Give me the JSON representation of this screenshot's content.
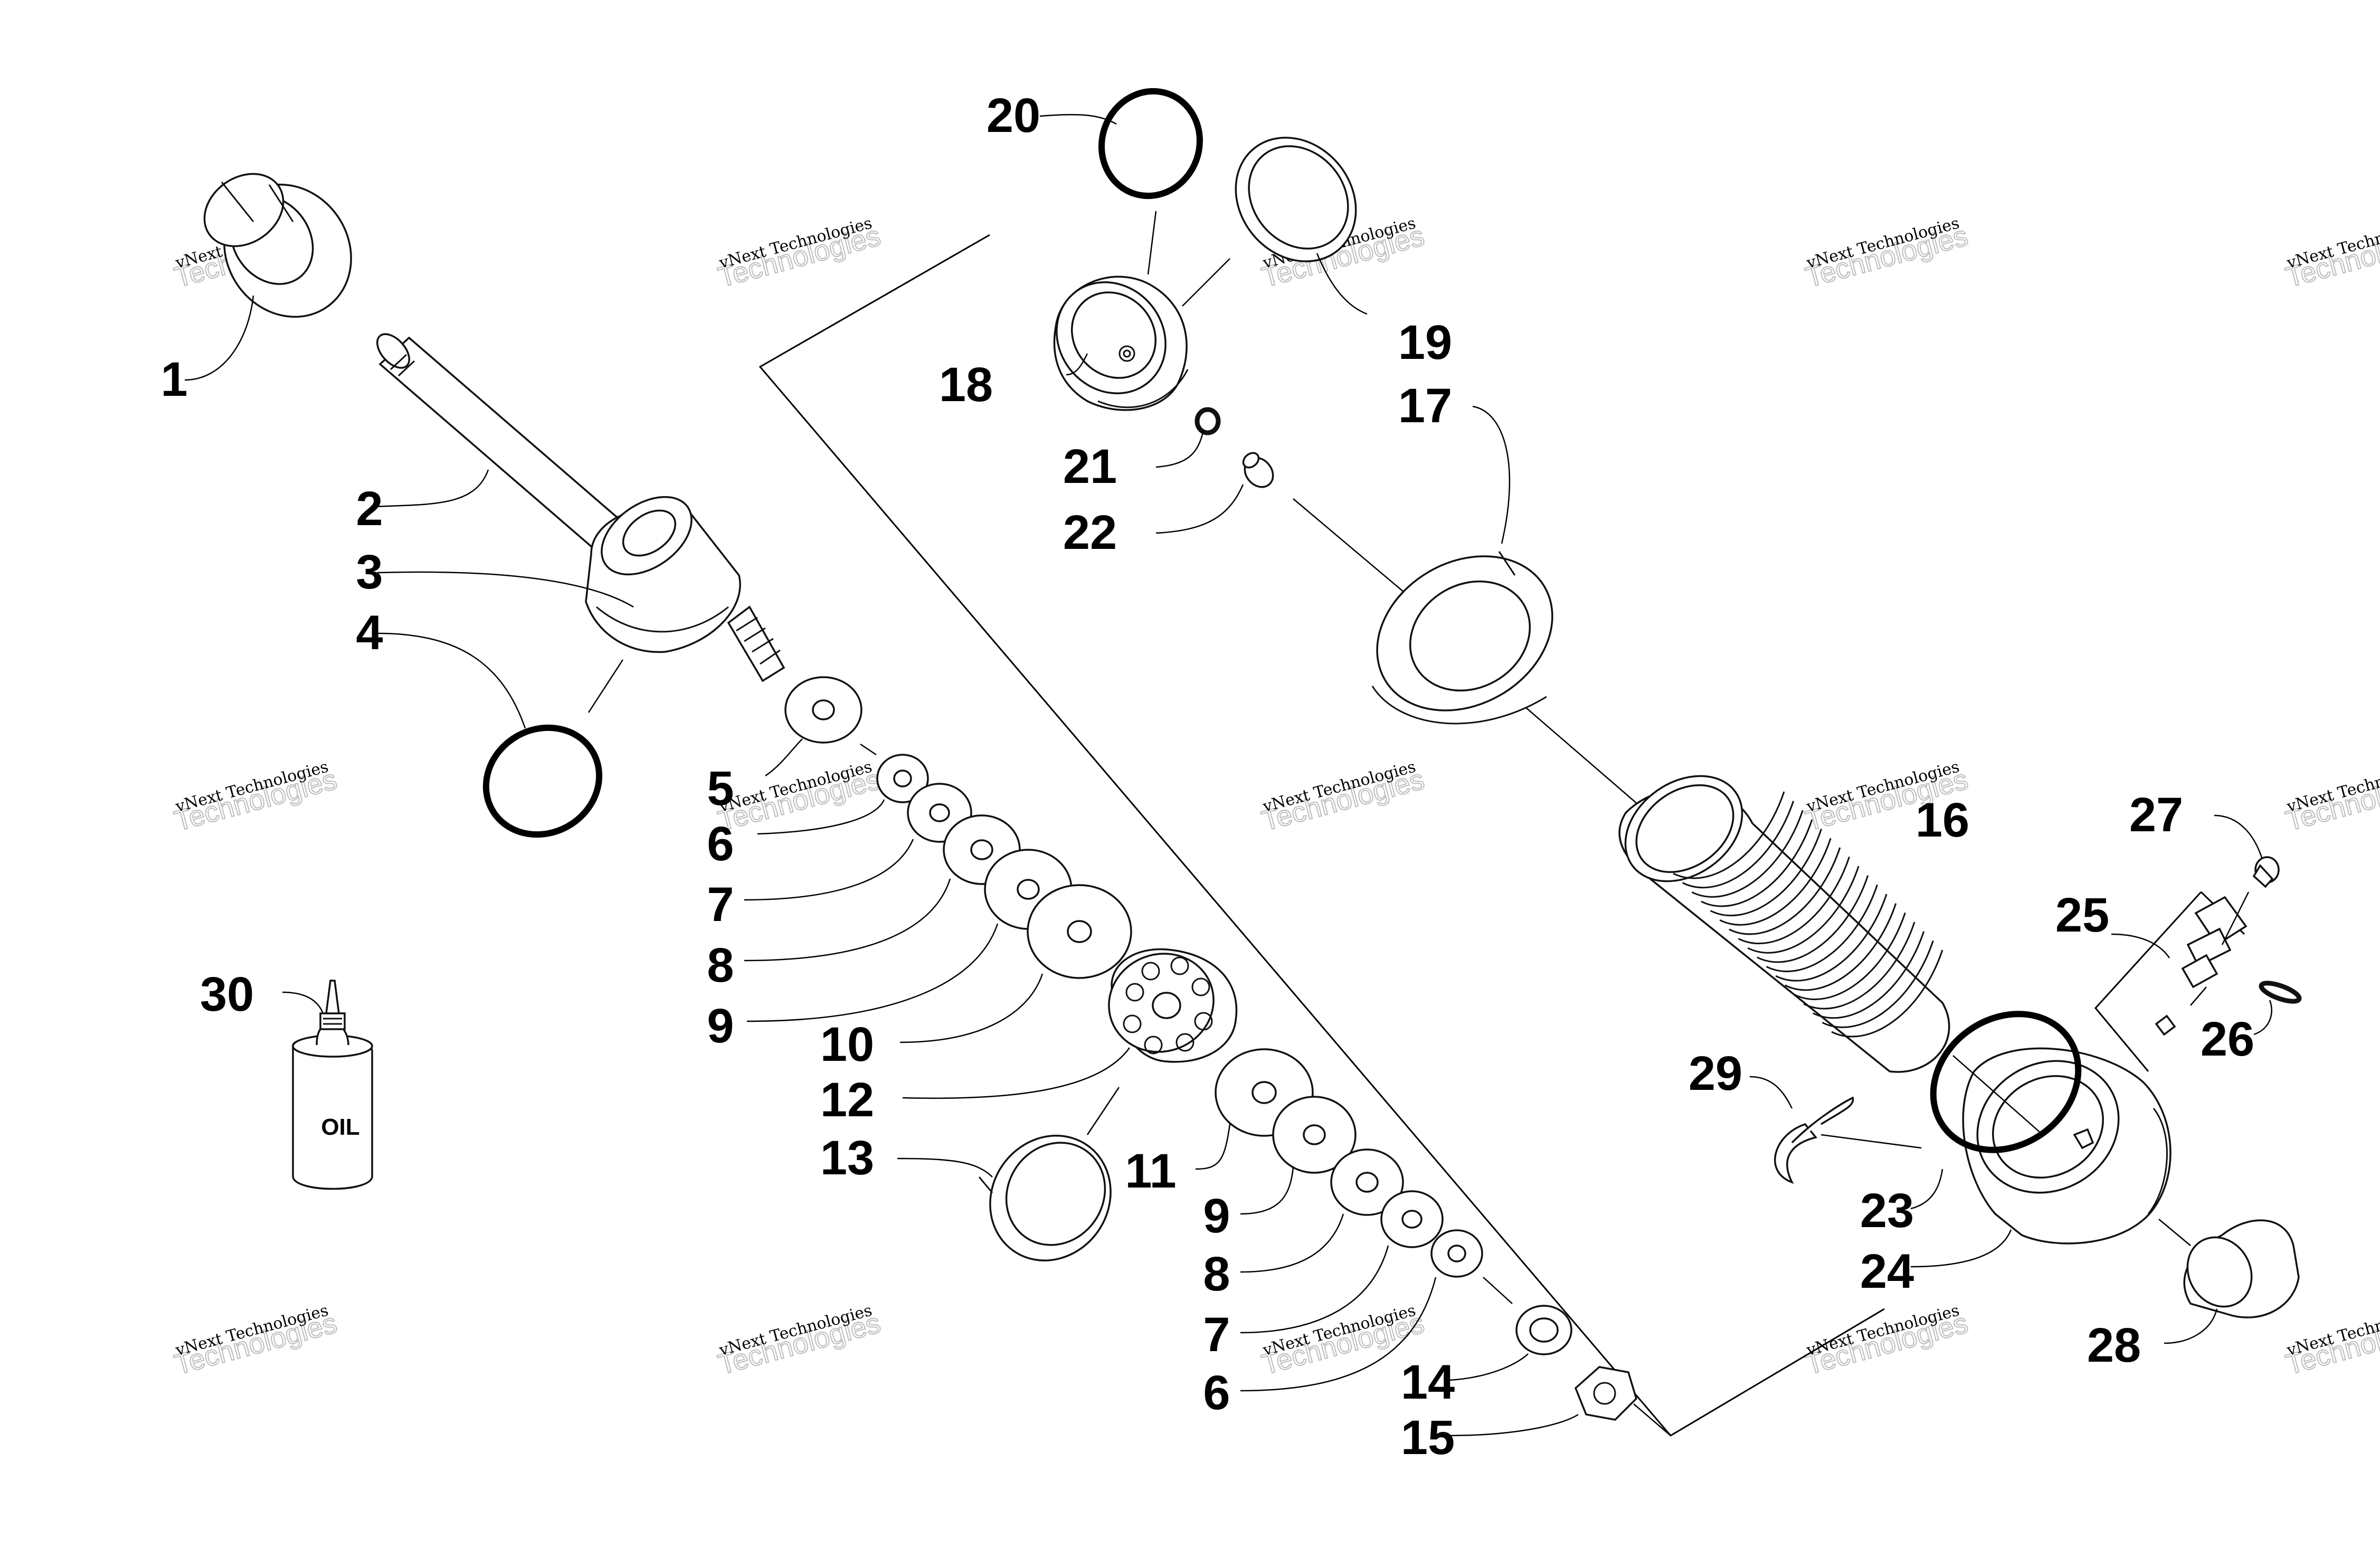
{
  "diagram": {
    "oil_label": "OIL",
    "watermark": {
      "line1": "vNext Technologies",
      "line2": "Technologies",
      "color": "#bdbdbd"
    },
    "callouts": [
      {
        "id": "c1",
        "text": "1"
      },
      {
        "id": "c2",
        "text": "2"
      },
      {
        "id": "c3",
        "text": "3"
      },
      {
        "id": "c4",
        "text": "4"
      },
      {
        "id": "c5",
        "text": "5"
      },
      {
        "id": "c6a",
        "text": "6"
      },
      {
        "id": "c7a",
        "text": "7"
      },
      {
        "id": "c8a",
        "text": "8"
      },
      {
        "id": "c9a",
        "text": "9"
      },
      {
        "id": "c10",
        "text": "10"
      },
      {
        "id": "c12",
        "text": "12"
      },
      {
        "id": "c13",
        "text": "13"
      },
      {
        "id": "c11",
        "text": "11"
      },
      {
        "id": "c9b",
        "text": "9"
      },
      {
        "id": "c8b",
        "text": "8"
      },
      {
        "id": "c7b",
        "text": "7"
      },
      {
        "id": "c6b",
        "text": "6"
      },
      {
        "id": "c14",
        "text": "14"
      },
      {
        "id": "c15",
        "text": "15"
      },
      {
        "id": "c20",
        "text": "20"
      },
      {
        "id": "c18",
        "text": "18"
      },
      {
        "id": "c19",
        "text": "19"
      },
      {
        "id": "c17",
        "text": "17"
      },
      {
        "id": "c21",
        "text": "21"
      },
      {
        "id": "c22",
        "text": "22"
      },
      {
        "id": "c16",
        "text": "16"
      },
      {
        "id": "c27",
        "text": "27"
      },
      {
        "id": "c25",
        "text": "25"
      },
      {
        "id": "c26",
        "text": "26"
      },
      {
        "id": "c29",
        "text": "29"
      },
      {
        "id": "c23",
        "text": "23"
      },
      {
        "id": "c24",
        "text": "24"
      },
      {
        "id": "c28",
        "text": "28"
      },
      {
        "id": "c30",
        "text": "30"
      }
    ]
  }
}
